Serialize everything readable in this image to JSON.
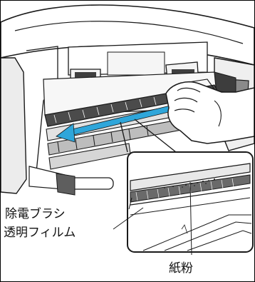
{
  "labels": {
    "brush": "除電ブラシ",
    "film": "透明フィルム",
    "paper_dust": "紙粉"
  },
  "colors": {
    "arrow": "#2fa6da",
    "line": "#1a1a1a",
    "fill_gray": "#d9d9d9",
    "fill_dark": "#4b4b4b"
  },
  "icons": {
    "direction_arrow": "cleaning-direction-arrow-icon",
    "hand": "hand-icon",
    "magnifier": "zoom-detail-icon"
  }
}
